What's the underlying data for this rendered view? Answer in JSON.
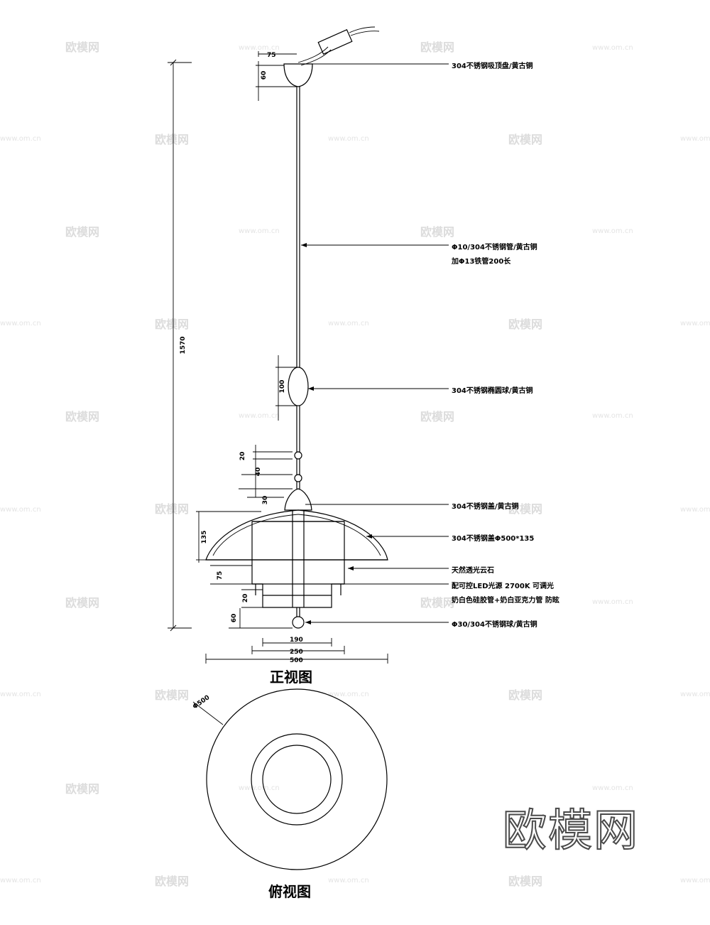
{
  "views": {
    "front_title": "正视图",
    "top_title": "俯视图"
  },
  "callouts": {
    "canopy": "304不锈钢吸顶盘/黄古铜",
    "rod_line1": "Φ10/304不锈钢管/黄古铜",
    "rod_line2": "加Φ13铁管200长",
    "ball": "304不锈钢椭圆球/黄古铜",
    "cap": "304不锈钢盖/黄古铜",
    "shade": "304不锈钢盖Φ500*135",
    "stone": "天然透光云石",
    "led_line1": "配可控LED光源 2700K 可调光",
    "led_line2": "奶白色硅胶管+奶白亚克力管 防眩",
    "bottom_ball": "Φ30/304不锈钢球/黄古铜"
  },
  "dimensions": {
    "canopy_w": "75",
    "canopy_h": "60",
    "total_h": "1570",
    "ball_h": "100",
    "d20": "20",
    "d40": "40",
    "d30": "30",
    "shade_h": "135",
    "stone_h": "75",
    "step_h": "20",
    "bottom_h": "60",
    "w190": "190",
    "w250": "250",
    "w500": "500",
    "top_dia": "Φ500"
  },
  "watermark": {
    "brand": "欧模网",
    "site": "www.om.cn"
  }
}
